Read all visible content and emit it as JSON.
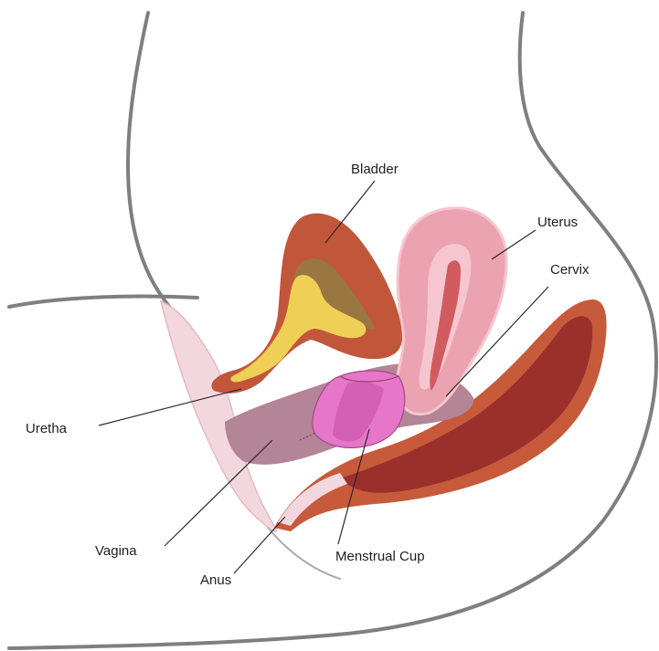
{
  "labels": {
    "bladder": "Bladder",
    "uterus": "Uterus",
    "cervix": "Cervix",
    "uretha": "Uretha",
    "vagina": "Vagina",
    "anus": "Anus",
    "menstrual_cup": "Menstrual Cup"
  },
  "colors": {
    "outline": "#7f7f7f",
    "bladder_wall": "#c2563a",
    "bladder_inner": "#f0cf57",
    "bladder_dark": "#9a7640",
    "uterus": "#eba2b1",
    "uterus_light": "#f6c6d0",
    "uterus_canal": "#d05c60",
    "vagina": "#b48497",
    "cup": "#e676c8",
    "cup_dark": "#c24fa2",
    "rectum_outer": "#c75a3a",
    "rectum_inner": "#9b2f2c",
    "skin_pink": "#f3d7df"
  }
}
